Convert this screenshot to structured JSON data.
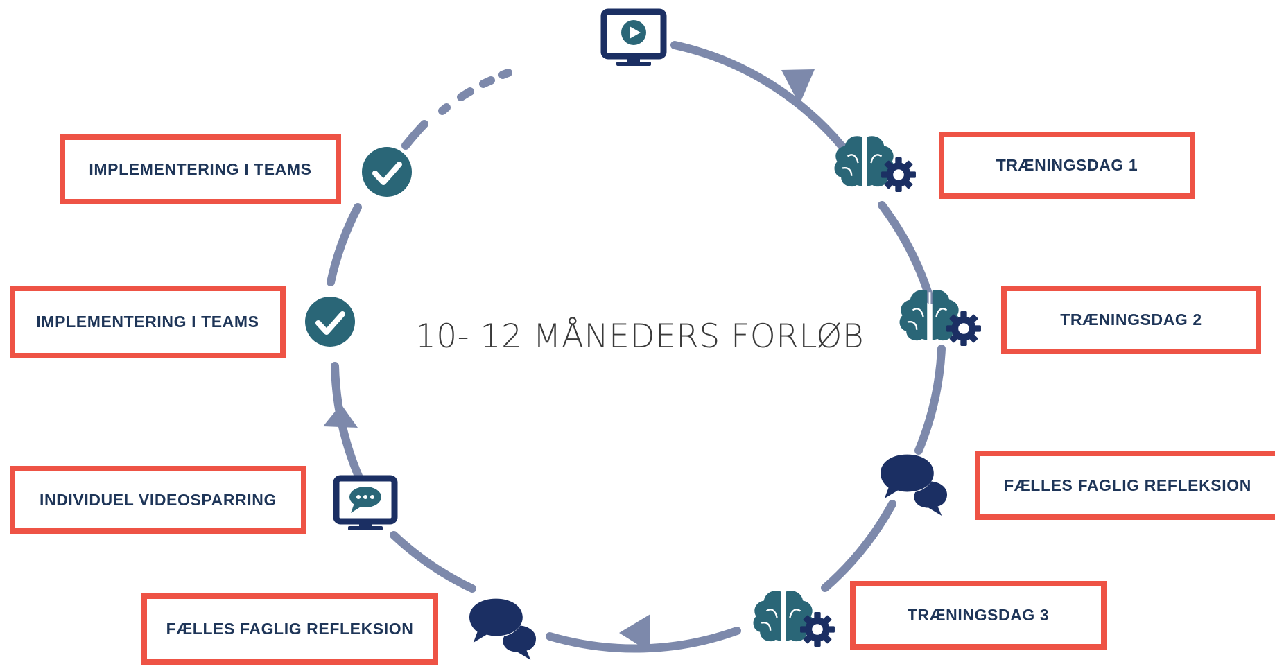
{
  "title": "10- 12 MÅNEDERS FORLØB",
  "steps": [
    {
      "label": "TRÆNINGSDAG 1",
      "icon": "brain-gear-icon"
    },
    {
      "label": "TRÆNINGSDAG 2",
      "icon": "brain-gear-icon"
    },
    {
      "label": "FÆLLES FAGLIG REFLEKSION",
      "icon": "chat-bubbles-icon"
    },
    {
      "label": "TRÆNINGSDAG 3",
      "icon": "brain-gear-icon"
    },
    {
      "label": "FÆLLES FAGLIG REFLEKSION",
      "icon": "chat-bubbles-icon"
    },
    {
      "label": "INDIVIDUEL VIDEOSPARRING",
      "icon": "monitor-chat-icon"
    },
    {
      "label": "IMPLEMENTERING I TEAMS",
      "icon": "check-circle-icon"
    },
    {
      "label": "IMPLEMENTERING I TEAMS",
      "icon": "check-circle-icon"
    }
  ],
  "start_icon": "video-monitor-icon",
  "colors": {
    "cycle_line": "#7d89ab",
    "label_border": "#ee5345",
    "label_text": "#1e3558",
    "icon_navy": "#1b2f63",
    "icon_teal": "#2a6677"
  }
}
